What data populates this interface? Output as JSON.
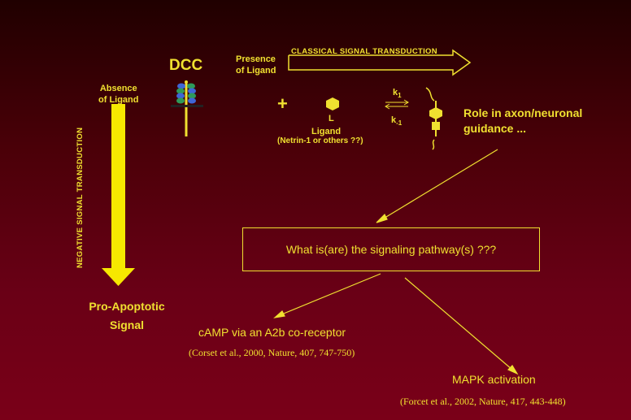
{
  "slide": {
    "dcc_label": "DCC",
    "presence_of_ligand": [
      "Presence",
      "of Ligand"
    ],
    "classical_label": "CLASSICAL SIGNAL TRANSDUCTION",
    "absence_of_ligand": [
      "Absence",
      "of Ligand"
    ],
    "negative_label": "NEGATIVE SIGNAL TRANSDUCTION",
    "plus": "+",
    "ligand_L": "L",
    "ligand_word": "Ligand",
    "ligand_note": "(Netrin-1 or others ??)",
    "k1": "k",
    "k1_sub": "1",
    "km1": "k",
    "km1_sub": "-1",
    "role_text": [
      "Role in axon/neuronal",
      "guidance ..."
    ],
    "question": "What is(are) the signaling pathway(s) ???",
    "pro_apoptotic": [
      "Pro-Apoptotic",
      "Signal"
    ],
    "camp": "cAMP via an A2b co-receptor",
    "camp_ref": "(Corset et al., 2000, Nature, 407, 747-750)",
    "mapk": "MAPK activation",
    "mapk_ref": "(Forcet et al., 2002, Nature, 417, 443-448)"
  },
  "colors": {
    "background_top": "#200000",
    "background_bottom": "#7a0018",
    "text": "#f0e030",
    "receptor_green": "#2e9a5a",
    "receptor_blue": "#3f66d6"
  }
}
